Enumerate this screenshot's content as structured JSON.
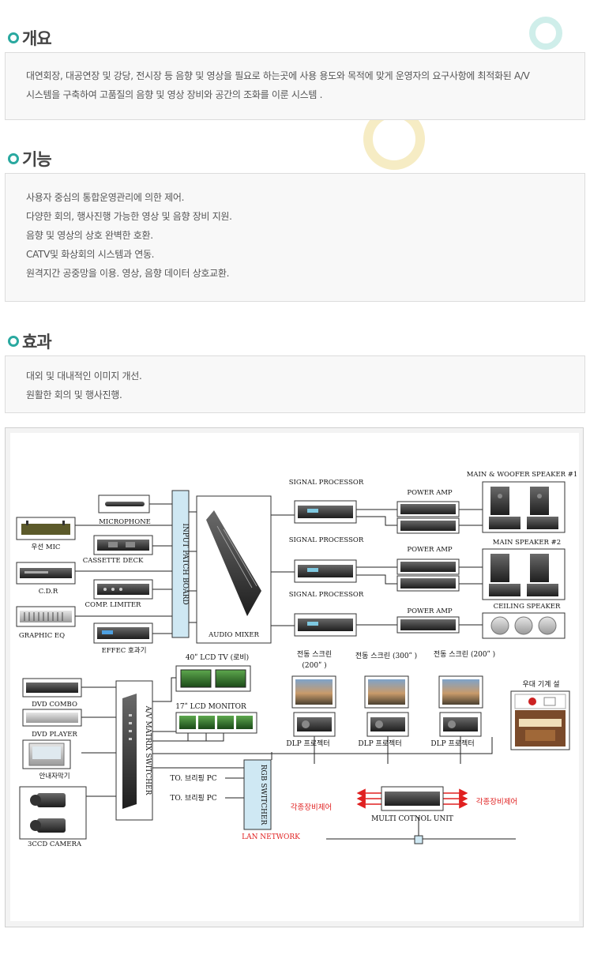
{
  "sections": {
    "overview": {
      "title": "개요",
      "lines": [
        "대연회장, 대공연장 및 강당, 전시장 등 음향 및 영상을 필요로 하는곳에 사용 용도와 목적에 맞게 운영자의 요구사항에  최적화된 A/V",
        "시스템을 구축하여 고품질의 음향 및 영상 장비와 공간의 조화를 이룬 시스템 ."
      ]
    },
    "features": {
      "title": "기능",
      "lines": [
        "사용자 중심의 통합운영관리에 의한 제어.",
        "다양한 회의, 행사진행 가능한 영상 및 음향 장비 지원.",
        "음향 및 영상의 상호 완벽한 호환.",
        "CATV및 화상회의 시스템과 연동.",
        "원격지간 공중망을 이용. 영상, 음향 데이터 상호교환."
      ]
    },
    "effects": {
      "title": "효과",
      "lines": [
        "대외 및 대내적인 이미지 개선.",
        "원활한 회의 및 행사진행."
      ]
    }
  },
  "colors": {
    "accent": "#2aa9a0",
    "deco_teal": "#cfeeea",
    "deco_yellow": "#f6ecc4",
    "red": "#e02020",
    "input_patch": "#cfe8f3"
  },
  "diagram": {
    "labels": {
      "microphone": "MICROPHONE",
      "wireless_mic": "우선 MIC",
      "cassette_deck": "CASSETTE DECK",
      "cdr": "C.D.R",
      "comp_limiter": "COMP. LIMITER",
      "graphic_eq": "GRAPHIC EQ",
      "effect": "EFFEC 호과기",
      "input_patch": "INPUT  PATCH  BOARD",
      "audio_mixer": "AUDIO MIXER",
      "signal_processor_1": "SIGNAL PROCESSOR",
      "signal_processor_2": "SIGNAL PROCESSOR",
      "signal_processor_3": "SIGNAL PROCESSOR",
      "power_amp_1": "POWER AMP",
      "power_amp_2": "POWER AMP",
      "power_amp_3": "POWER AMP",
      "speaker_1": "MAIN & WOOFER SPEAKER #1",
      "speaker_2": "MAIN SPEAKER #2",
      "ceiling_speaker": "CEILING SPEAKER",
      "lcd_tv": "40ʺ  LCD TV (로비)",
      "lcd_monitor": "17ʺ  LCD MONITOR",
      "screen_1a": "전동 스크린",
      "screen_1b": "(200ʺ )",
      "screen_2": "전동 스크린 (300ʺ )",
      "screen_3": "전동 스크린 (200ʺ )",
      "podium": "우대 기계 설",
      "dlp_1": "DLP 프로젝터",
      "dlp_2": "DLP 프로젝터",
      "dlp_3": "DLP 프로젝터",
      "dvd_combo": "DVD COMBO",
      "dvd_player": "DVD PLAYER",
      "caption": "안내자막기",
      "camera": "3CCD CAMERA",
      "av_matrix": "A/V MATRIX SWITCHER",
      "to_pc_1": "TO. 브리핑 PC",
      "to_pc_2": "TO. 브리핑 PC",
      "rgb_switcher": "RGB SWITCHER",
      "lan_network": "LAN NETWORK",
      "control_left": "각종장비제어",
      "control_right": "각종장비제어",
      "multi_control": "MULTI COTNOL UNIT"
    }
  }
}
